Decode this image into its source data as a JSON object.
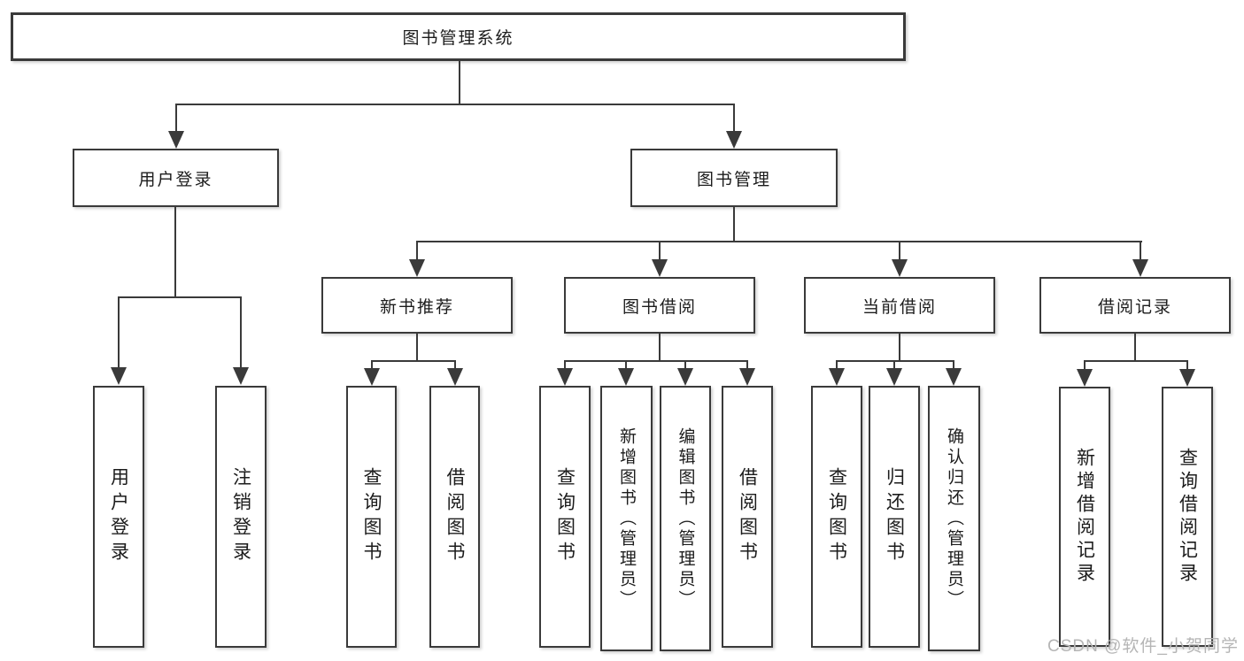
{
  "diagram": {
    "root_label": "图书管理系统",
    "user_login": {
      "label": "用户登录",
      "children": [
        "用户登录",
        "注销登录"
      ]
    },
    "book_management": {
      "label": "图书管理",
      "sections": [
        {
          "label": "新书推荐",
          "children": [
            "查询图书",
            "借阅图书"
          ]
        },
        {
          "label": "图书借阅",
          "children": [
            "查询图书",
            "新增图书（管理员）",
            "编辑图书（管理员）",
            "借阅图书"
          ]
        },
        {
          "label": "当前借阅",
          "children": [
            "查询图书",
            "归还图书",
            "确认归还（管理员）"
          ]
        },
        {
          "label": "借阅记录",
          "children": [
            "新增借阅记录",
            "查询借阅记录"
          ]
        }
      ]
    }
  },
  "watermark": "CSDN @软件_小贺同学",
  "colors": {
    "line": "#3a3a3a",
    "text": "#1c1c1c",
    "watermark_text": "#b5b5b5",
    "background": "#ffffff"
  }
}
